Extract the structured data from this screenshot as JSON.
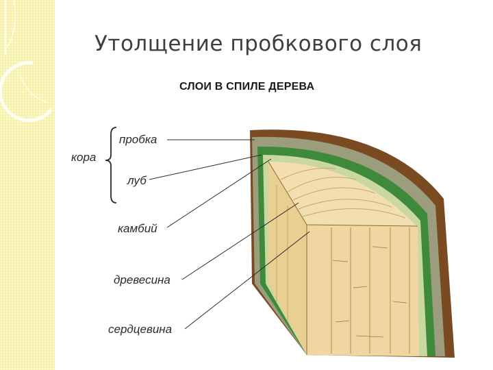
{
  "slide": {
    "title": "Утолщение пробкового слоя"
  },
  "diagram": {
    "heading": "СЛОИ В СПИЛЕ ДЕРЕВА",
    "group_label": "кора",
    "labels": {
      "cork": "пробка",
      "bast": "луб",
      "cambium": "камбий",
      "wood": "древесина",
      "pith": "сердцевина"
    },
    "colors": {
      "bark": "#7a4a22",
      "outer_band": "#9b9d7d",
      "cambium": "#3f8a3a",
      "wood_light": "#f2deae",
      "wood_dark": "#b28a52",
      "strip": "#f6f1a6"
    }
  }
}
